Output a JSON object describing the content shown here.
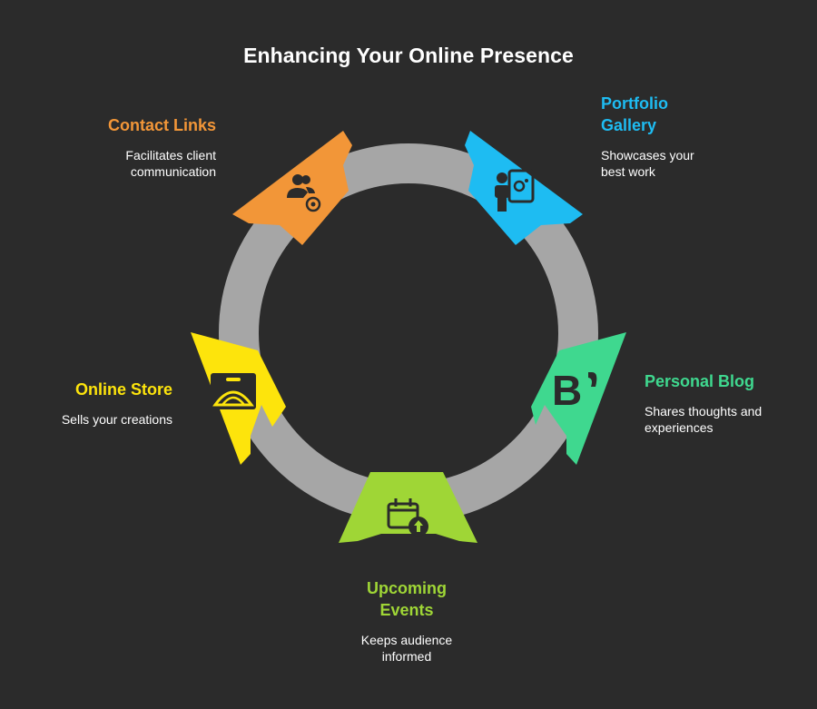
{
  "title": "Enhancing Your Online Presence",
  "colors": {
    "background": "#2b2b2b",
    "ring": "#a6a6a6",
    "contact": "#f29638",
    "portfolio": "#1ebcf2",
    "blog": "#3fd88f",
    "events": "#9fd636",
    "store": "#fde40c",
    "icon": "#2b2b2b"
  },
  "items": [
    {
      "id": "portfolio",
      "label_line1": "Portfolio",
      "label_line2": "Gallery",
      "desc_line1": "Showcases your",
      "desc_line2": "best work",
      "icon": "presenter-palette-icon"
    },
    {
      "id": "blog",
      "label_line1": "Personal Blog",
      "desc_line1": "Shares thoughts and",
      "desc_line2": "experiences",
      "icon": "blogger-b-icon"
    },
    {
      "id": "events",
      "label_line1": "Upcoming",
      "label_line2": "Events",
      "desc_line1": "Keeps audience",
      "desc_line2": "informed",
      "icon": "calendar-upload-icon"
    },
    {
      "id": "store",
      "label_line1": "Online Store",
      "desc_line1": "Sells your creations",
      "icon": "store-dome-icon"
    },
    {
      "id": "contact",
      "label_line1": "Contact Links",
      "desc_line1": "Facilitates client",
      "desc_line2": "communication",
      "icon": "users-at-icon"
    }
  ]
}
